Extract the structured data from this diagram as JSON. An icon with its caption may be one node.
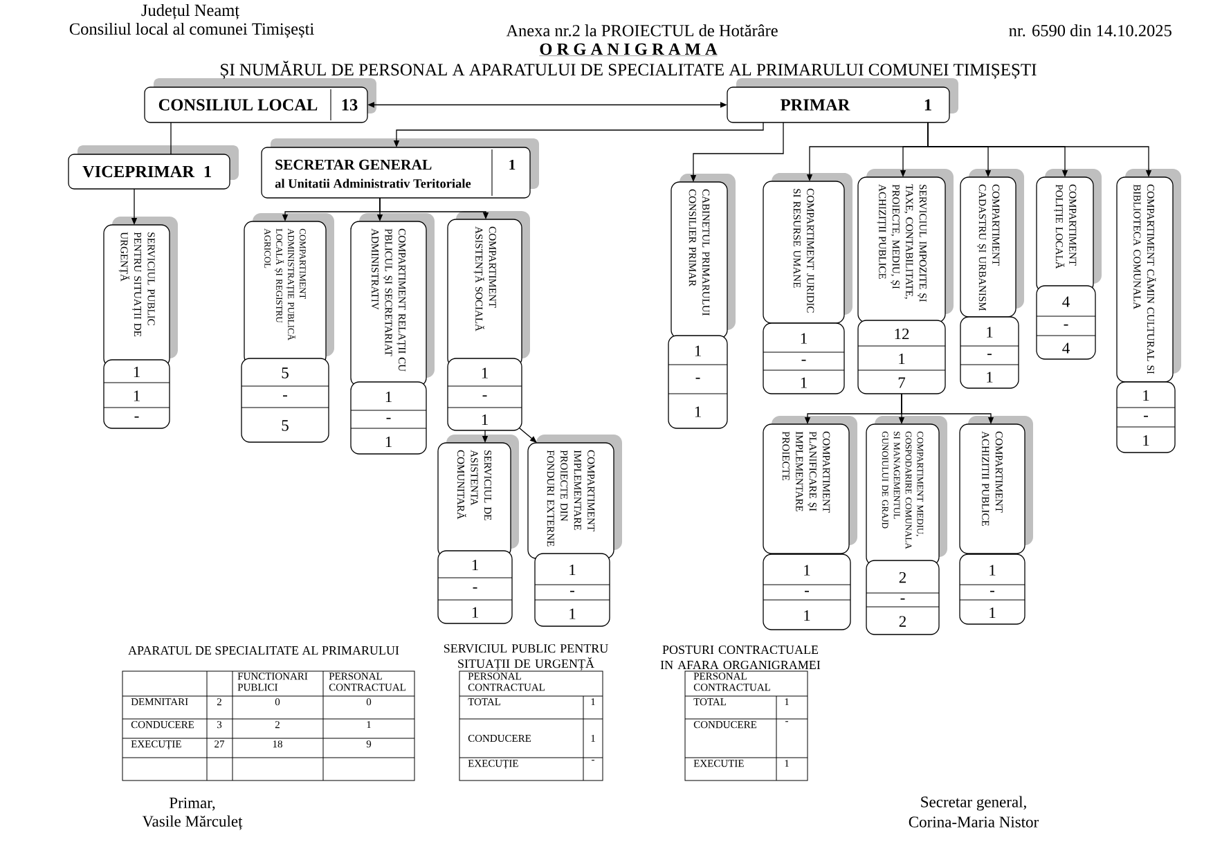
{
  "diagram": {
    "title": "O R G A N I G R A M A",
    "nodes": [
      {
        "text": [
          "CONSILIUL LOCAL",
          "13"
        ]
      },
      {
        "text": [
          "PRIMAR",
          "1"
        ]
      },
      {
        "text": [
          "VICEPRIMAR",
          "1"
        ]
      },
      {
        "text": [
          "SECRETAR GENERAL",
          "al Unitatii Administrativ Teritoriale",
          "1"
        ]
      },
      {
        "text": [
          "SERVICIUL PUBLIC PENTRU SITUAȚII DE URGENȚĂ",
          "1",
          "1",
          "-"
        ]
      },
      {
        "text": [
          "COMPARTIMENT ADMINISTRAȚIE PUBLICĂ LOCALĂ ȘI REGISTRU AGRICOL",
          "5",
          "-",
          "5"
        ]
      },
      {
        "text": [
          "COMPARTIMENT RELAȚII CU PBLICUL ȘI SECRETARIAT ADMINISTRATIV",
          "1",
          "-",
          "1"
        ]
      },
      {
        "text": [
          "COMPARTIMENT ASISTENȚĂ SOCIALĂ",
          "1",
          "-",
          "1"
        ]
      },
      {
        "text": [
          "CABINETUL PRIMARULUI CONSILIER PRIMAR",
          "1",
          "-",
          "1"
        ]
      },
      {
        "text": [
          "COMPARTIMENT JURIDIC SI RESURSE UMANE",
          "1",
          "-",
          "1"
        ]
      },
      {
        "text": [
          "SERVICIUL IMPOZITE ȘI TAXE, CONTABILITATE, PROIECTE, MEDIU, ȘI ACHIZIȚII PUBLICE",
          "12",
          "1",
          "7"
        ]
      },
      {
        "text": [
          "COMPARTIMENT CADASTRU ȘI URBANISM",
          "1",
          "-",
          "1"
        ]
      },
      {
        "text": [
          "COMPARTIMENT POLIȚIE LOCALĂ",
          "4",
          "-",
          "4"
        ]
      },
      {
        "text": [
          "COMPARTIMENT CĂMIN CULTURAL SI BIBLIOTECA COMUNALA",
          "1",
          "-",
          "1"
        ]
      },
      {
        "text": [
          "SERVICIUL DE ASISTENTA COMUNITARĂ",
          "1",
          "-",
          "1"
        ]
      },
      {
        "text": [
          "COMPARTIMENT IMPLEMENTARE PROIECTE DIN FONDURI EXTERNE",
          "1",
          "-",
          "1"
        ]
      },
      {
        "text": [
          "COMPARTIMENT PLANIFICARE ȘI IMPLEMENTARE PROIECTE",
          "1",
          "-",
          "1"
        ]
      },
      {
        "text": [
          "COMPARTIMENT MEDIU, GOSPODARIRE COMUNALA SI MANAGEMENTUL GUNOIULUI DE GRAJD",
          "2",
          "-",
          "2"
        ]
      },
      {
        "text": [
          "COMPARTIMENT ACHIZITII PUBLICE",
          "1",
          "-",
          "1"
        ]
      }
    ],
    "edges": [
      {
        "from": 0,
        "to": 1,
        "arrow": "both"
      },
      {
        "from": 0,
        "to": 2,
        "arrow": "none"
      },
      {
        "from": 2,
        "to": 4,
        "arrow": "to"
      },
      {
        "from": 1,
        "to": 3,
        "arrow": "to"
      },
      {
        "from": 3,
        "to": 5,
        "arrow": "to"
      },
      {
        "from": 3,
        "to": 6,
        "arrow": "to"
      },
      {
        "from": 3,
        "to": 7,
        "arrow": "to"
      },
      {
        "from": 7,
        "to": 14,
        "arrow": "to"
      },
      {
        "from": 7,
        "to": 15,
        "arrow": "to"
      },
      {
        "from": 1,
        "to": 8,
        "arrow": "to"
      },
      {
        "from": 1,
        "to": 9,
        "arrow": "to"
      },
      {
        "from": 1,
        "to": 10,
        "arrow": "to"
      },
      {
        "from": 1,
        "to": 11,
        "arrow": "to"
      },
      {
        "from": 1,
        "to": 12,
        "arrow": "to"
      },
      {
        "from": 1,
        "to": 13,
        "arrow": "to"
      },
      {
        "from": 10,
        "to": 16,
        "arrow": "to"
      },
      {
        "from": 10,
        "to": 17,
        "arrow": "to"
      },
      {
        "from": 10,
        "to": 18,
        "arrow": "to"
      }
    ],
    "labels": [
      "Județul Neamț",
      "Consiliul local al comunei Timișești",
      "Anexa nr.2 la PROIECTUL de Hotărâre",
      "nr. 6590 din 14.10.2025",
      "ȘI NUMĂRUL DE PERSONAL A APARATULUI DE SPECIALITATE AL PRIMARULUI COMUNEI TIMIȘEȘTI",
      "APARATUL DE SPECIALITATE AL PRIMARULUI",
      "SERVICIUL PUBLIC PENTRU SITUAȚII DE URGENȚĂ",
      "POSTURI CONTRACTUALE IN AFARA ORGANIGRAMEI",
      "FUNCTIONARI PUBLICI",
      "PERSONAL CONTRACTUAL",
      "DEMNITARI",
      "2",
      "0",
      "0",
      "CONDUCERE",
      "3",
      "2",
      "1",
      "EXECUȚIE",
      "27",
      "18",
      "9",
      "PERSONAL CONTRACTUAL",
      "TOTAL",
      "1",
      "CONDUCERE",
      "1",
      "EXECUȚIE",
      "-",
      "PERSONAL CONTRACTUAL",
      "TOTAL",
      "1",
      "CONDUCERE",
      "-",
      "EXECUTIE",
      "1",
      "Primar,",
      "Vasile Mărculeț",
      "Secretar general,",
      "Corina-Maria Nistor"
    ]
  }
}
